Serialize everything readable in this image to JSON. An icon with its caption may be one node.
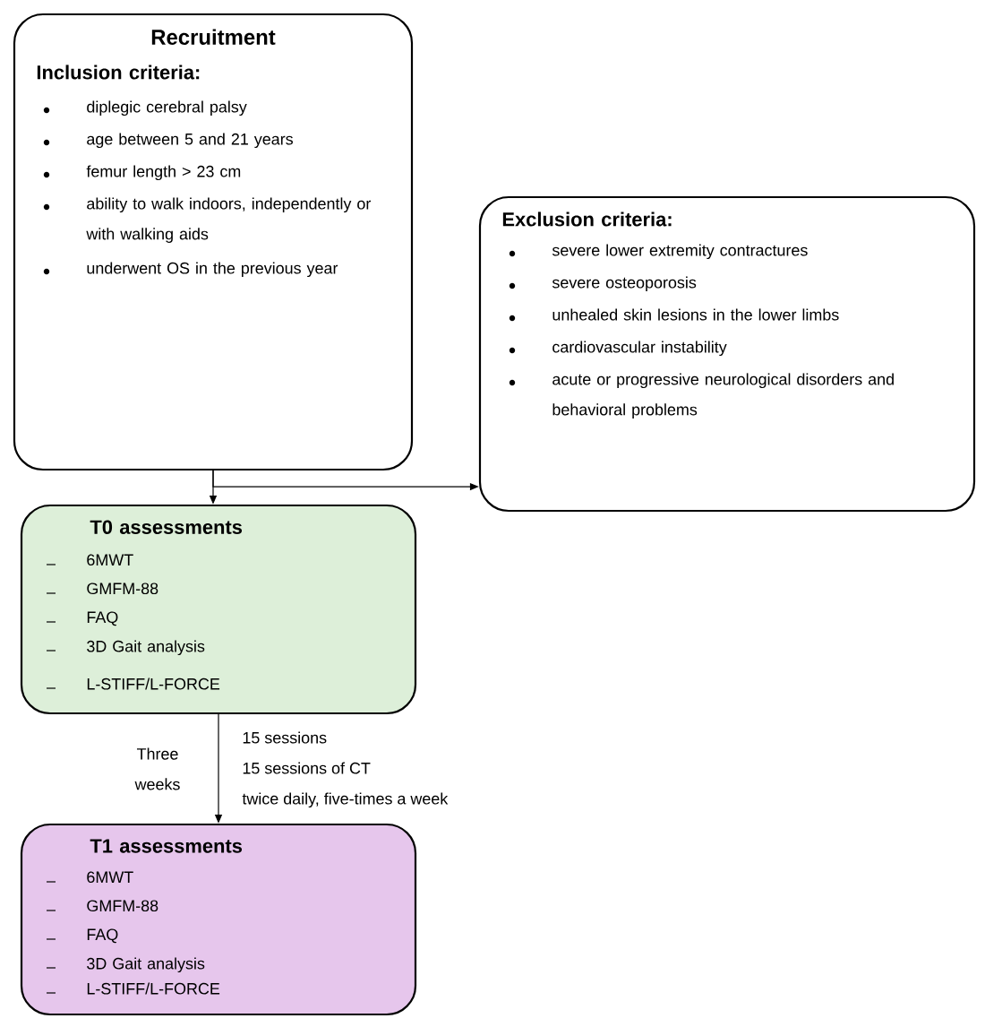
{
  "diagram": {
    "nodes": [
      {
        "text": [
          "Recruitment",
          "Inclusion criteria:",
          "diplegic cerebral palsy",
          "age between 5 and 21 years",
          "femur length > 23 cm",
          "ability to walk indoors, independently or with walking aids",
          "underwent OS in the previous year"
        ]
      },
      {
        "text": [
          "Exclusion criteria:",
          "severe lower extremity contractures",
          "severe osteoporosis",
          "unhealed skin lesions in the lower limbs",
          "cardiovascular instability",
          "acute or progressive neurological disorders and behavioral problems"
        ]
      },
      {
        "text": [
          "T0 assessments",
          "6MWT",
          "GMFM-88",
          "FAQ",
          "3D Gait analysis",
          "L-STIFF/L-FORCE"
        ]
      },
      {
        "text": [
          "T1 assessments",
          "6MWT",
          "GMFM-88",
          "FAQ",
          "3D Gait analysis",
          "L-STIFF/L-FORCE"
        ]
      }
    ],
    "edges": [
      {
        "from": 0,
        "to": 2,
        "arrow": "to"
      },
      {
        "from": 0,
        "to": 1,
        "arrow": "to"
      },
      {
        "from": 2,
        "to": 3,
        "arrow": "to",
        "label": "Three weeks"
      }
    ],
    "labels": [
      "15 sessions",
      "15 sessions of CT",
      "twice daily, five-times a week"
    ]
  }
}
